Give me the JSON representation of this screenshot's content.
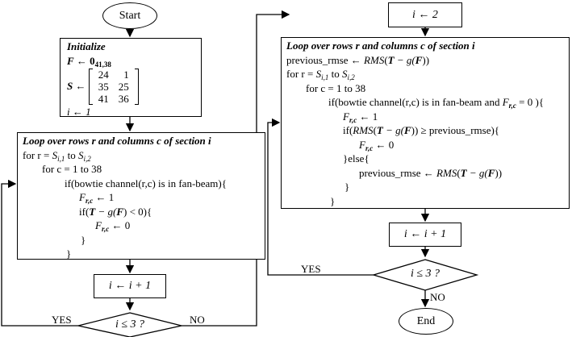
{
  "start": "Start",
  "end": "End",
  "init": {
    "title": "Initialize",
    "f_lhs": "F",
    "f_arrow": "←",
    "f_rhs": "0",
    "f_sub": "41,38",
    "s_lhs": "S",
    "s_arrow": "←",
    "matrix": [
      [
        "24",
        "1"
      ],
      [
        "35",
        "25"
      ],
      [
        "41",
        "36"
      ]
    ],
    "i_assign": "i ← 1"
  },
  "loop1": {
    "title": "Loop over rows r and columns c of section i",
    "for_r_pre": "for r = ",
    "S": "S",
    "sub1": "i,1",
    "to": " to ",
    "sub2": "i,2",
    "for_c": "for c = 1 to 38",
    "if_line": "if(bowtie channel(r,c) is in fan-beam){",
    "F": "F",
    "rc": "r,c",
    "assign1": " ← 1",
    "if2_pre": "if(",
    "T": "T",
    "minus_g": " − g(",
    "if2_post": ") < 0){",
    "assign0": " ← 0",
    "close": "}",
    "close2": "}"
  },
  "inc1": "i ← i + 1",
  "cond1": "i ≤ 3 ?",
  "yes1": "YES",
  "no1": "NO",
  "i2": "i ← 2",
  "loop2": {
    "title": "Loop over rows r and columns c of section i",
    "prev_pre": "previous_rmse ← ",
    "RMS": "RMS",
    "T": "T",
    "minus_g": " − g(",
    "F": "F",
    "close_paren": "))",
    "for_r_pre": "for r = ",
    "S": "S",
    "sub1": "i,1",
    "to": " to ",
    "sub2": "i,2",
    "for_c": "for c = 1 to 38",
    "if_line_pre": "if(bowtie channel(r,c) is in fan-beam and ",
    "rc": "r,c",
    "if_line_post": " = 0 ){",
    "assign1": " ← 1",
    "if2_pre": "if(",
    "if2_post": ")) ≥ previous_rmse){",
    "assign0": " ← 0",
    "else": "}else{",
    "prev_update": "previous_rmse ← ",
    "close": "}",
    "close2": "}"
  },
  "inc2": "i ← i + 1",
  "cond2": "i ≤ 3 ?",
  "yes2": "YES",
  "no2": "NO"
}
